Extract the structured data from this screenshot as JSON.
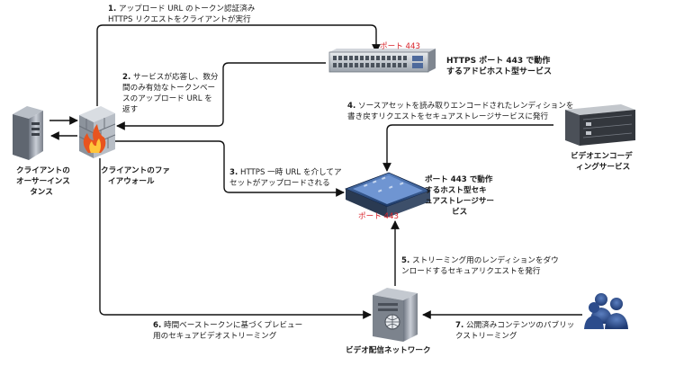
{
  "nodes": {
    "client_instance": {
      "label": [
        "クライアントの",
        "オーサーインス",
        "タンス"
      ],
      "icon": "server-tower-icon"
    },
    "client_firewall": {
      "label": [
        "クライアントのファ",
        "イアウォール"
      ],
      "icon": "firewall-icon"
    },
    "https_service": {
      "label": [
        "HTTPS ポート 443 で動作",
        "するアドビホスト型サービス"
      ],
      "port": "ポート 443",
      "icon": "network-switch-icon"
    },
    "video_encoding": {
      "label": [
        "ビデオエンコーデ",
        "ィングサービス"
      ],
      "icon": "rack-server-icon"
    },
    "secure_storage": {
      "label": [
        "ポート 443 で動作",
        "するホスト型セキ",
        "ュアストレージサー",
        "ビス"
      ],
      "port": "ポート 443",
      "icon": "storage-router-icon"
    },
    "cdn": {
      "label": [
        "ビデオ配信ネットワーク"
      ],
      "icon": "cdn-server-icon"
    },
    "viewers": {
      "icon": "users-group-icon"
    }
  },
  "steps": [
    {
      "num": "1.",
      "text": [
        "アップロード URL のトークン認証済み",
        "HTTPS リクエストをクライアントが実行"
      ]
    },
    {
      "num": "2.",
      "text": [
        "サービスが応答し、数分",
        "間のみ有効なトークンベー",
        "スのアップロード URL を",
        "返す"
      ]
    },
    {
      "num": "3.",
      "text": [
        "HTTPS 一時 URL を介してア",
        "セットがアップロードされる"
      ]
    },
    {
      "num": "4.",
      "text": [
        "ソースアセットを読み取りエンコードされたレンディションを",
        "書き戻すリクエストをセキュアストレージサービスに発行"
      ]
    },
    {
      "num": "5.",
      "text": [
        "ストリーミング用のレンディションをダウ",
        "ンロードするセキュアリクエストを発行"
      ]
    },
    {
      "num": "6.",
      "text": [
        "時間ベーストークンに基づくプレビュー",
        "用のセキュアビデオストリーミング"
      ]
    },
    {
      "num": "7.",
      "text": [
        "公開済みコンテンツのパブリッ",
        "クストリーミング"
      ]
    }
  ],
  "colors": {
    "port_red": "#d8232a",
    "line": "#111111",
    "switch_blue": "#2b4f86"
  }
}
